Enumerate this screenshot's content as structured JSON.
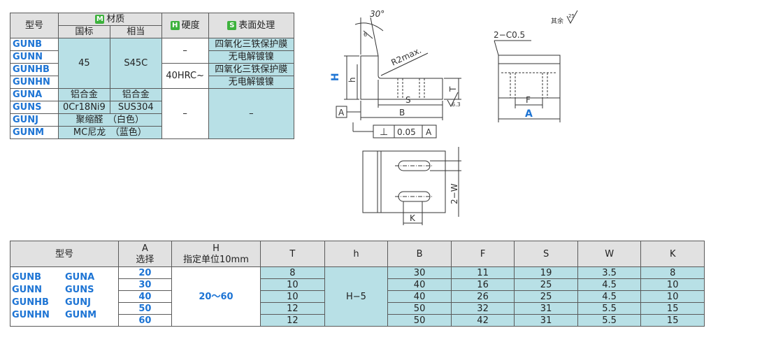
{
  "mat_table": {
    "header": {
      "model": "型号",
      "material_badge": "M",
      "material": "材质",
      "hardness_badge": "H",
      "hardness": "硬度",
      "surface_badge": "S",
      "surface": "表面处理",
      "gb": "国标",
      "equiv": "相当"
    },
    "codes": [
      "GUNB",
      "GUNN",
      "GUNHB",
      "GUNHN",
      "GUNA",
      "GUNS",
      "GUNJ",
      "GUNM"
    ],
    "steel_gb": "45",
    "steel_equiv": "S45C",
    "dash": "–",
    "hard_40": "40HRC~",
    "surf_1": "四氧化三铁保护膜",
    "surf_2": "无电解镀镍",
    "surf_3": "四氧化三铁保护膜",
    "surf_4": "无电解镀镍",
    "alu_gb": "铝合金",
    "alu_equiv": "铝合金",
    "ss_gb": "0Cr18Ni9",
    "ss_equiv": "SUS304",
    "pom": "聚缩醛　（白色）",
    "mc": "MC尼龙　（蓝色）"
  },
  "drawing": {
    "angle": "30°",
    "r2": "R2max.",
    "H": "H",
    "h": "h",
    "T": "T",
    "S": "S",
    "B": "B",
    "A_box": "A",
    "rough_63": "6.3",
    "perp": "⊥",
    "tol": "0.05",
    "datum": "A",
    "chamfer": "2−C0.5",
    "F": "F",
    "A_dim": "A",
    "rest_text": "其余",
    "rough_25": "25",
    "W": "2−W",
    "K": "K",
    "small_6": "6"
  },
  "dim_table": {
    "headers": {
      "model": "型号",
      "A_top": "A",
      "A_bot": "选择",
      "H_top": "H",
      "H_bot": "指定单位10mm",
      "T": "T",
      "h": "h",
      "B": "B",
      "F": "F",
      "S": "S",
      "W": "W",
      "K": "K"
    },
    "models": [
      "GUNB",
      "GUNA",
      "GUNN",
      "GUNS",
      "GUNHB",
      "GUNJ",
      "GUNHN",
      "GUNM"
    ],
    "H_range": "20～60",
    "h_value": "H−5",
    "rows": [
      {
        "A": "20",
        "T": "8",
        "B": "30",
        "F": "11",
        "S": "19",
        "W": "3.5",
        "K": "8"
      },
      {
        "A": "30",
        "T": "10",
        "B": "40",
        "F": "16",
        "S": "25",
        "W": "4.5",
        "K": "10"
      },
      {
        "A": "40",
        "T": "10",
        "B": "40",
        "F": "26",
        "S": "25",
        "W": "4.5",
        "K": "10"
      },
      {
        "A": "50",
        "T": "12",
        "B": "50",
        "F": "32",
        "S": "31",
        "W": "5.5",
        "K": "15"
      },
      {
        "A": "60",
        "T": "12",
        "B": "50",
        "F": "42",
        "S": "31",
        "W": "5.5",
        "K": "15"
      }
    ]
  }
}
